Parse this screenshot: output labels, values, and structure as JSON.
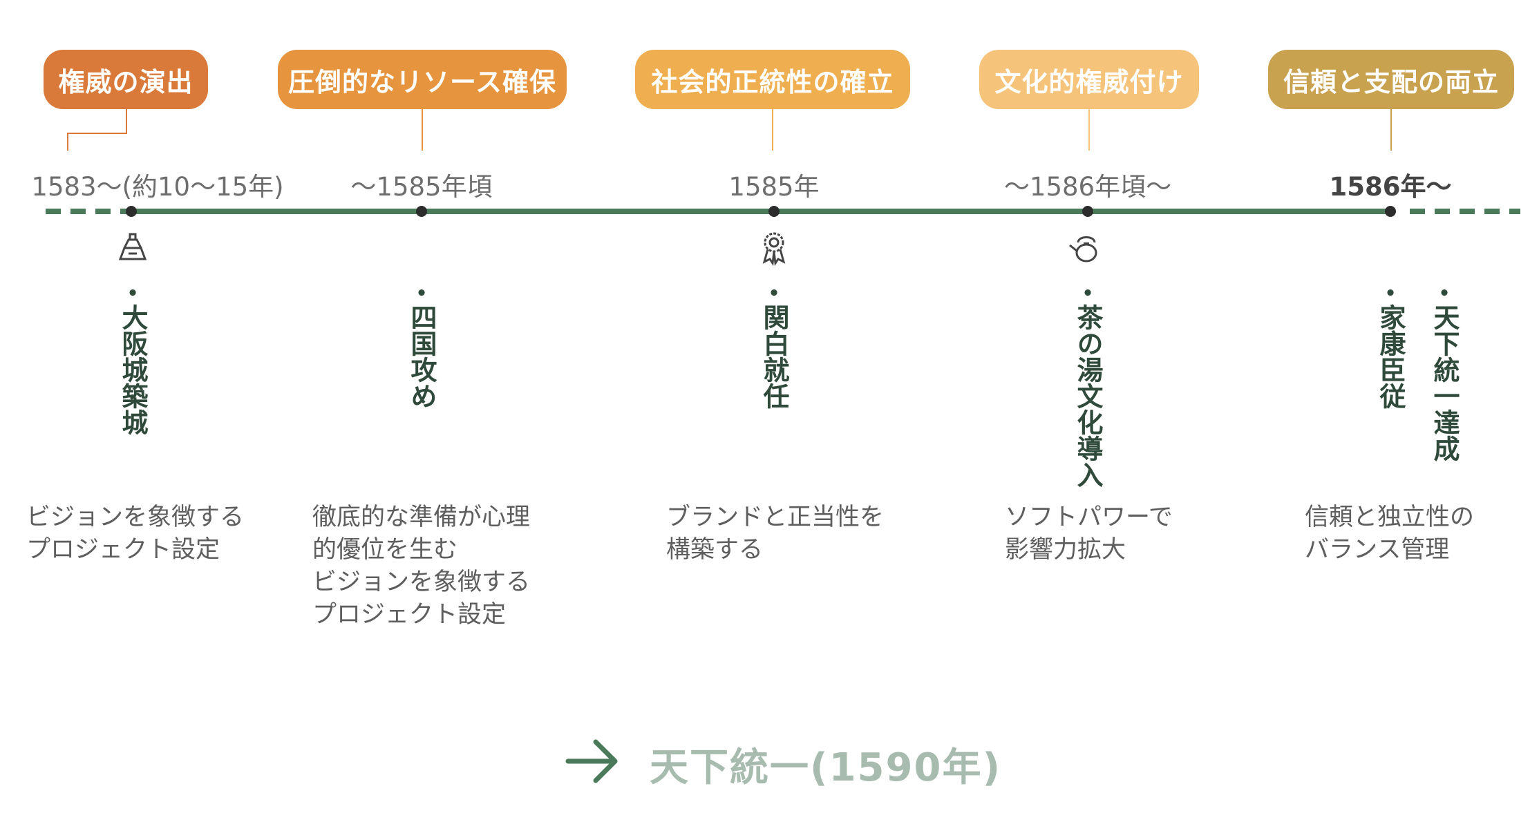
{
  "stages": [
    {
      "label": "権威の演出",
      "color": "#d97a3a"
    },
    {
      "label": "圧倒的なリソース確保",
      "color": "#e6953e"
    },
    {
      "label": "社会的正統性の確立",
      "color": "#efae4f"
    },
    {
      "label": "文化的権威付け",
      "color": "#f5c47a"
    },
    {
      "label": "信頼と支配の両立",
      "color": "#c9a24f"
    }
  ],
  "dates": [
    "1583〜(約10〜15年)",
    "〜1585年頃",
    "1585年",
    "〜1586年頃〜",
    "1586年〜"
  ],
  "events": [
    "大阪城築城",
    "四国攻め",
    "関白就任",
    "茶の湯文化導入",
    "家康臣従",
    "天下統一達成"
  ],
  "icons": [
    "castle-icon",
    "",
    "award-ribbon-icon",
    "tea-kettle-icon",
    ""
  ],
  "descriptions": [
    "ビジョンを象徴する\nプロジェクト設定",
    "徹底的な準備が心理\n的優位を生む\nビジョンを象徴する\nプロジェクト設定",
    "ブランドと正当性を\n構築する",
    "ソフトパワーで\n影響力拡大",
    "信頼と独立性の\nバランス管理"
  ],
  "footer": "天下統一(1590年)",
  "colors": {
    "timeline": "#4a7a5a",
    "footer": "#a7bcae",
    "event_text": "#2f4a3a"
  }
}
